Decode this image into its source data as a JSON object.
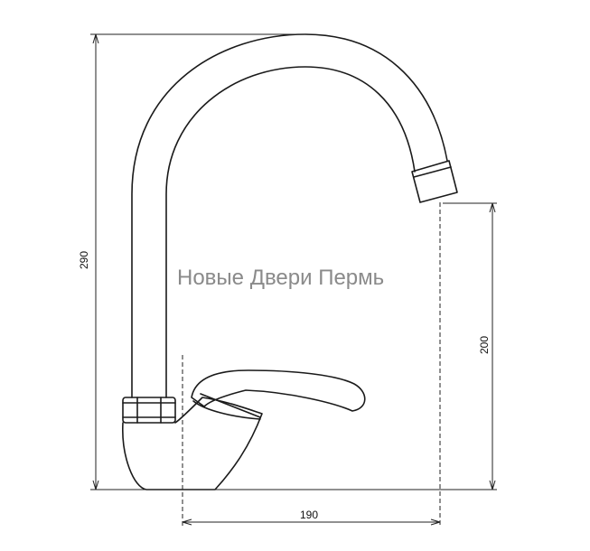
{
  "dimensions": {
    "overall_height": "290",
    "spout_height": "200",
    "spout_reach": "190"
  },
  "watermark": "Новые Двери Пермь"
}
